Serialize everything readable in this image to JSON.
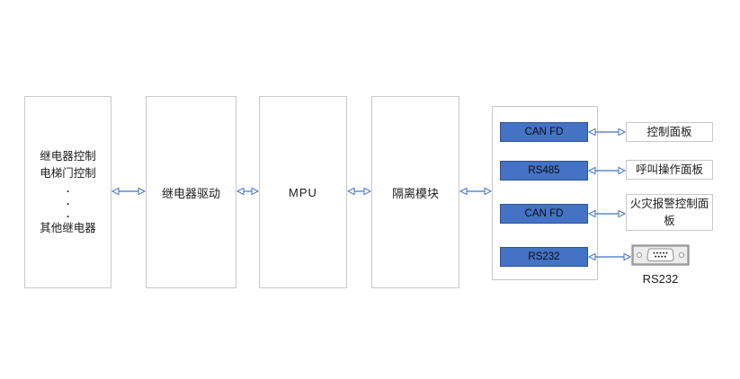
{
  "diagram_title": "elevator-control-block-diagram",
  "blocks": {
    "relay_box": {
      "line1": "继电器控制",
      "line2": "电梯门控制",
      "dot": ".",
      "line3": "其他继电器"
    },
    "relay_driver": "继电器驱动",
    "mpu": "MPU",
    "isolation": "隔离模块"
  },
  "ports": [
    {
      "label": "CAN FD",
      "target": "控制面板"
    },
    {
      "label": "RS485",
      "target": "呼叫操作面板"
    },
    {
      "label": "CAN FD",
      "target": "火灾报警控制面板"
    },
    {
      "label": "RS232",
      "target": "RS232"
    }
  ],
  "connector": {
    "icon": "db9-serial-connector-icon",
    "label": "RS232"
  },
  "colors": {
    "port_fill": "#4472c4",
    "port_border": "#2f528f",
    "arrow": "#4472c4",
    "box_border": "#c9c9c9",
    "connector_gray": "#9b9b9b"
  }
}
